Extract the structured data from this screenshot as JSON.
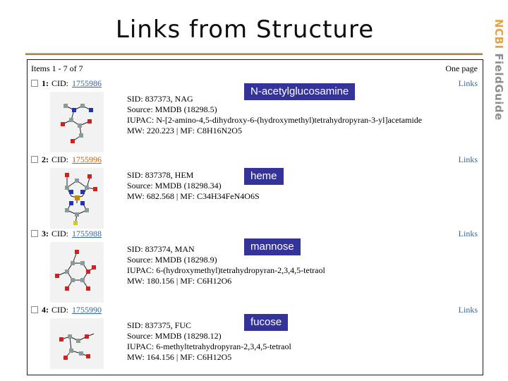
{
  "slide": {
    "title": "Links from Structure",
    "brand": {
      "ncbi": "NCBI",
      "field_guide": "FieldGuide"
    }
  },
  "panel": {
    "header": {
      "items_count": "Items 1 - 7 of 7",
      "page_info": "One page"
    },
    "cid_label": "CID:",
    "links_label": "Links",
    "records": [
      {
        "index": "1:",
        "cid": "1755986",
        "badge": "N-acetylglucosamine",
        "lines": [
          "SID: 837373, NAG",
          "Source: MMDB (18298.5)",
          "IUPAC: N-[2-amino-4,5-dihydroxy-6-(hydroxymethyl)tetrahydropyran-3-yl]acetamide",
          "MW: 220.223 | MF: C8H16N2O5"
        ]
      },
      {
        "index": "2:",
        "cid": "1755996",
        "badge": "heme",
        "lines": [
          "SID: 837378, HEM",
          "Source: MMDB (18298.34)",
          "MW: 682.568 | MF: C34H34FeN4O6S"
        ]
      },
      {
        "index": "3:",
        "cid": "1755988",
        "badge": "mannose",
        "lines": [
          "SID: 837374, MAN",
          "Source: MMDB (18298.9)",
          "IUPAC: 6-(hydroxymethyl)tetrahydropyran-2,3,4,5-tetraol",
          "MW: 180.156 | MF: C6H12O6"
        ]
      },
      {
        "index": "4:",
        "cid": "1755990",
        "badge": "fucose",
        "lines": [
          "SID: 837375, FUC",
          "Source: MMDB (18298.12)",
          "IUPAC: 6-methyltetrahydropyran-2,3,4,5-tetraol",
          "MW: 164.156 | MF: C6H12O5"
        ]
      }
    ]
  },
  "colors": {
    "badge_bg": "#333399",
    "link": "#336699",
    "link_visited": "#c06000",
    "accent_rule": "#c8a268",
    "brand_orange": "#e8a13d",
    "brand_gray": "#8d8d8d"
  }
}
